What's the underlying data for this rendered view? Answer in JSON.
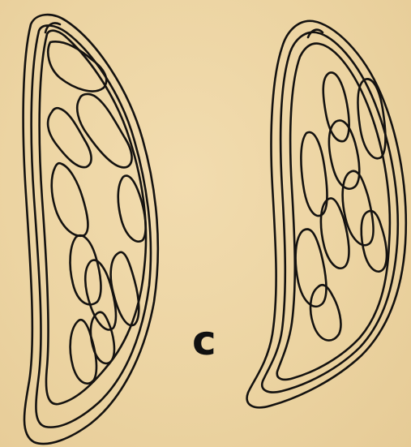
{
  "figure": {
    "panel_label": "c",
    "ink_color": "#141210",
    "paper_color": "#efd7a6",
    "cells": [
      {
        "name": "left-cell",
        "inclusion_count": 10
      },
      {
        "name": "right-cell",
        "inclusion_count": 9
      }
    ]
  }
}
